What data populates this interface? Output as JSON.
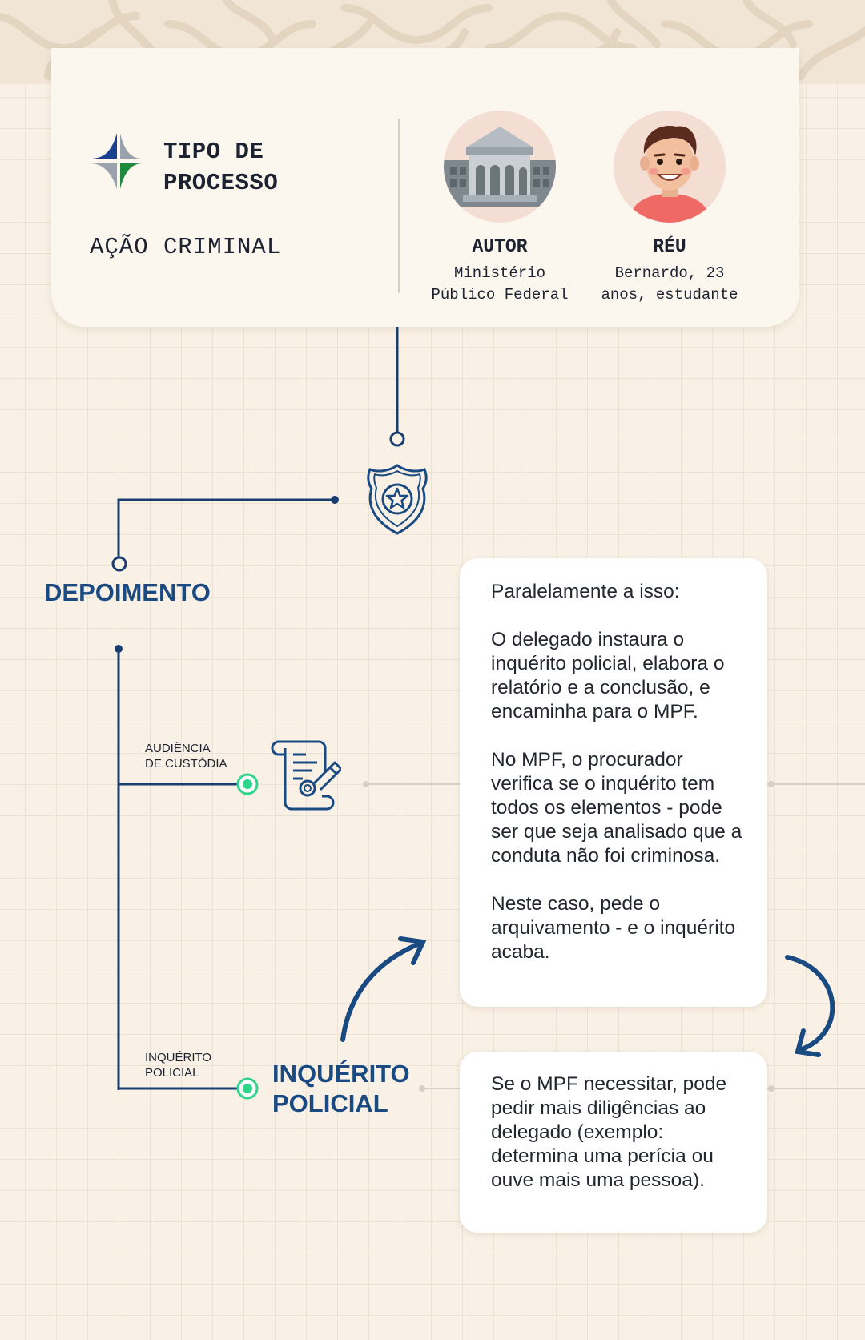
{
  "header": {
    "tipo_label": "TIPO DE PROCESSO",
    "tipo_value": "AÇÃO CRIMINAL",
    "autor": {
      "role": "AUTOR",
      "desc": "Ministério\nPúblico Federal",
      "icon": "court-building-icon"
    },
    "reu": {
      "role": "RÉU",
      "desc": "Bernardo, 23\nanos, estudante",
      "icon": "defendant-avatar"
    }
  },
  "flow": {
    "police_icon": "police-badge-icon",
    "depoimento_title": "DEPOIMENTO",
    "audiencia_label": "AUDIÊNCIA\nDE CUSTÓDIA",
    "custody_icon": "document-seal-icon",
    "inquerito_label": "INQUÉRITO\nPOLICIAL",
    "inquerito_title": "INQUÉRITO POLICIAL"
  },
  "box1": {
    "p1": "Paralelamente a isso:",
    "p2": "O delegado instaura o inquérito policial, elabora o relatório e a conclusão, e encaminha para o MPF.",
    "p3": "No MPF, o procurador verifica se o inquérito tem todos os elementos - pode ser que seja analisado que a conduta não foi criminosa.",
    "p4": "Neste caso, pede o arquivamento - e o inquérito acaba."
  },
  "box2": {
    "p1": "Se o MPF necessitar, pode pedir mais diligências ao delegado (exemplo: determina uma perícia ou ouve mais uma pessoa)."
  },
  "colors": {
    "navy": "#1a4a82",
    "green_node": "#2fd58b",
    "background": "#f9f1e5",
    "logo_green": "#1f8a3c",
    "logo_blue": "#1b3f8f"
  }
}
